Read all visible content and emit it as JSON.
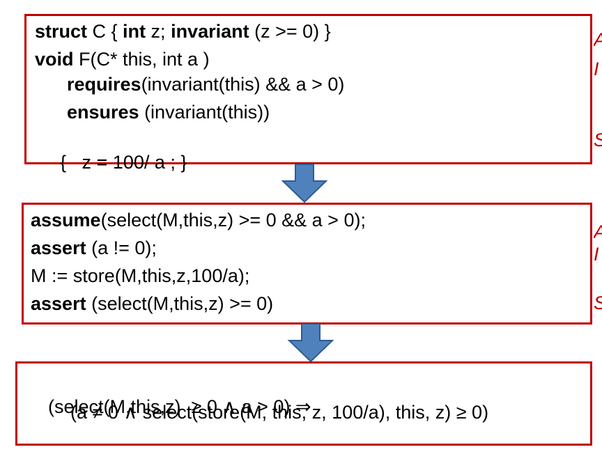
{
  "colors": {
    "box_border": "#c00000",
    "arrow_fill": "#4f81bd",
    "arrow_stroke": "#2f5b8e",
    "text": "#000000"
  },
  "source_box": {
    "line1": {
      "kw_struct": "struct",
      "t1": " C { ",
      "kw_int": "int",
      "t2": " z; ",
      "kw_invariant": "invariant",
      "t3": " (z >= 0) }"
    },
    "line2": {
      "kw_void": "void",
      "t1": " F(C* this, int a )"
    },
    "line3": {
      "kw_requires": "requires",
      "t1": "(invariant(this) && a > 0)"
    },
    "line4": {
      "kw_ensures": "ensures",
      "t1": " (invariant(this))"
    },
    "line5": {
      "t1": "{   z = 100/ a ; }"
    }
  },
  "intermediate_box": {
    "line1": {
      "kw_assume": "assume",
      "t1": "(select(M,this,z) >= 0 && a > 0);"
    },
    "line2": {
      "kw_assert": "assert",
      "t1": " (a != 0);"
    },
    "line3": {
      "t1": "M := store(M,this,z,100/a);"
    },
    "line4": {
      "kw_assert": "assert",
      "t1": " (select(M,this,z) >= 0)"
    }
  },
  "formula_box": {
    "line1": "(select(M,this,z)  ≥ 0 ∧ a > 0) ⇒",
    "line2": "(a ≠ 0 ∧ select(store(M, this, z, 100/a), this, z) ≥ 0)"
  },
  "edge_glyphs": {
    "top_1": "A",
    "top_2": "I",
    "top_3": "S",
    "mid_1": "A",
    "mid_2": "I",
    "mid_3": "S"
  },
  "icons": {
    "arrow_1": "down-arrow-icon",
    "arrow_2": "down-arrow-icon"
  }
}
